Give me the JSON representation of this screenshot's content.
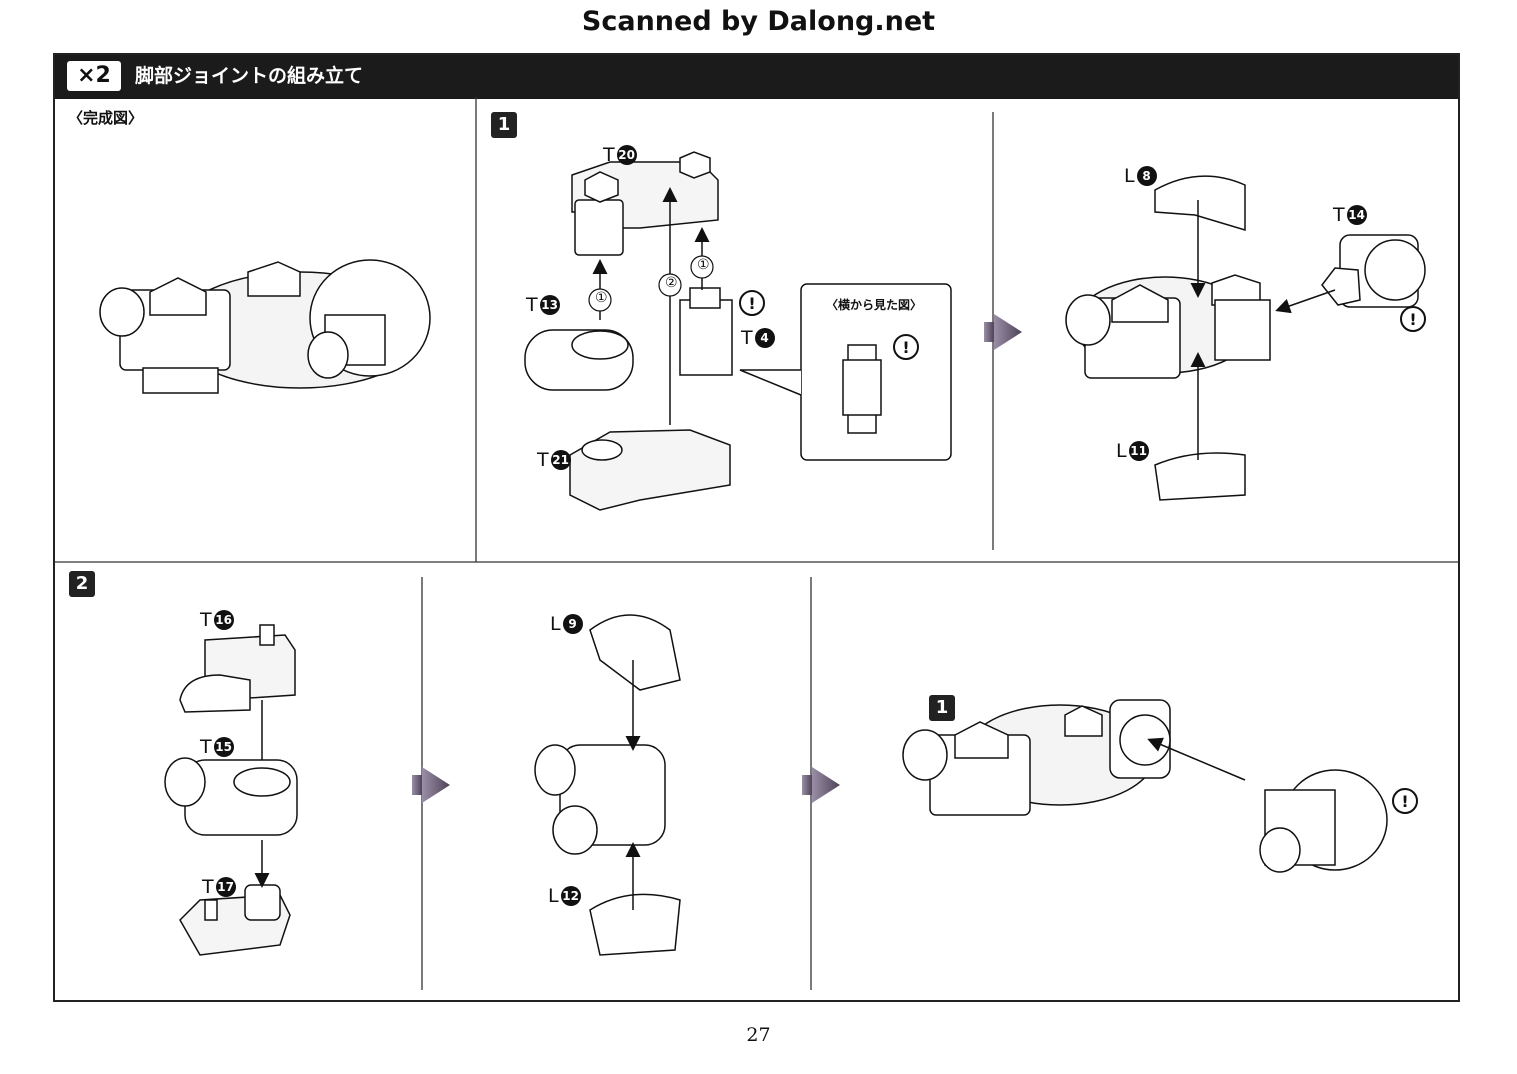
{
  "watermark": "Scanned by Dalong.net",
  "header": {
    "multiplier": "×2",
    "title": "脚部ジョイントの組み立て"
  },
  "completed": {
    "label": "〈完成図〉"
  },
  "step1": {
    "number": "1",
    "parts": [
      {
        "letter": "T",
        "num": "20"
      },
      {
        "letter": "T",
        "num": "13"
      },
      {
        "letter": "T",
        "num": "4"
      },
      {
        "letter": "T",
        "num": "21"
      },
      {
        "letter": "L",
        "num": "8"
      },
      {
        "letter": "T",
        "num": "14"
      },
      {
        "letter": "L",
        "num": "11"
      }
    ],
    "order_marks": [
      "①",
      "②",
      "①"
    ],
    "side_view_label": "〈横から見た図〉",
    "caution": "!"
  },
  "step2": {
    "number": "2",
    "parts": [
      {
        "letter": "T",
        "num": "16"
      },
      {
        "letter": "T",
        "num": "15"
      },
      {
        "letter": "T",
        "num": "17"
      },
      {
        "letter": "L",
        "num": "9"
      },
      {
        "letter": "L",
        "num": "12"
      }
    ],
    "ref_step": "1",
    "caution": "!"
  },
  "page_number": "27"
}
